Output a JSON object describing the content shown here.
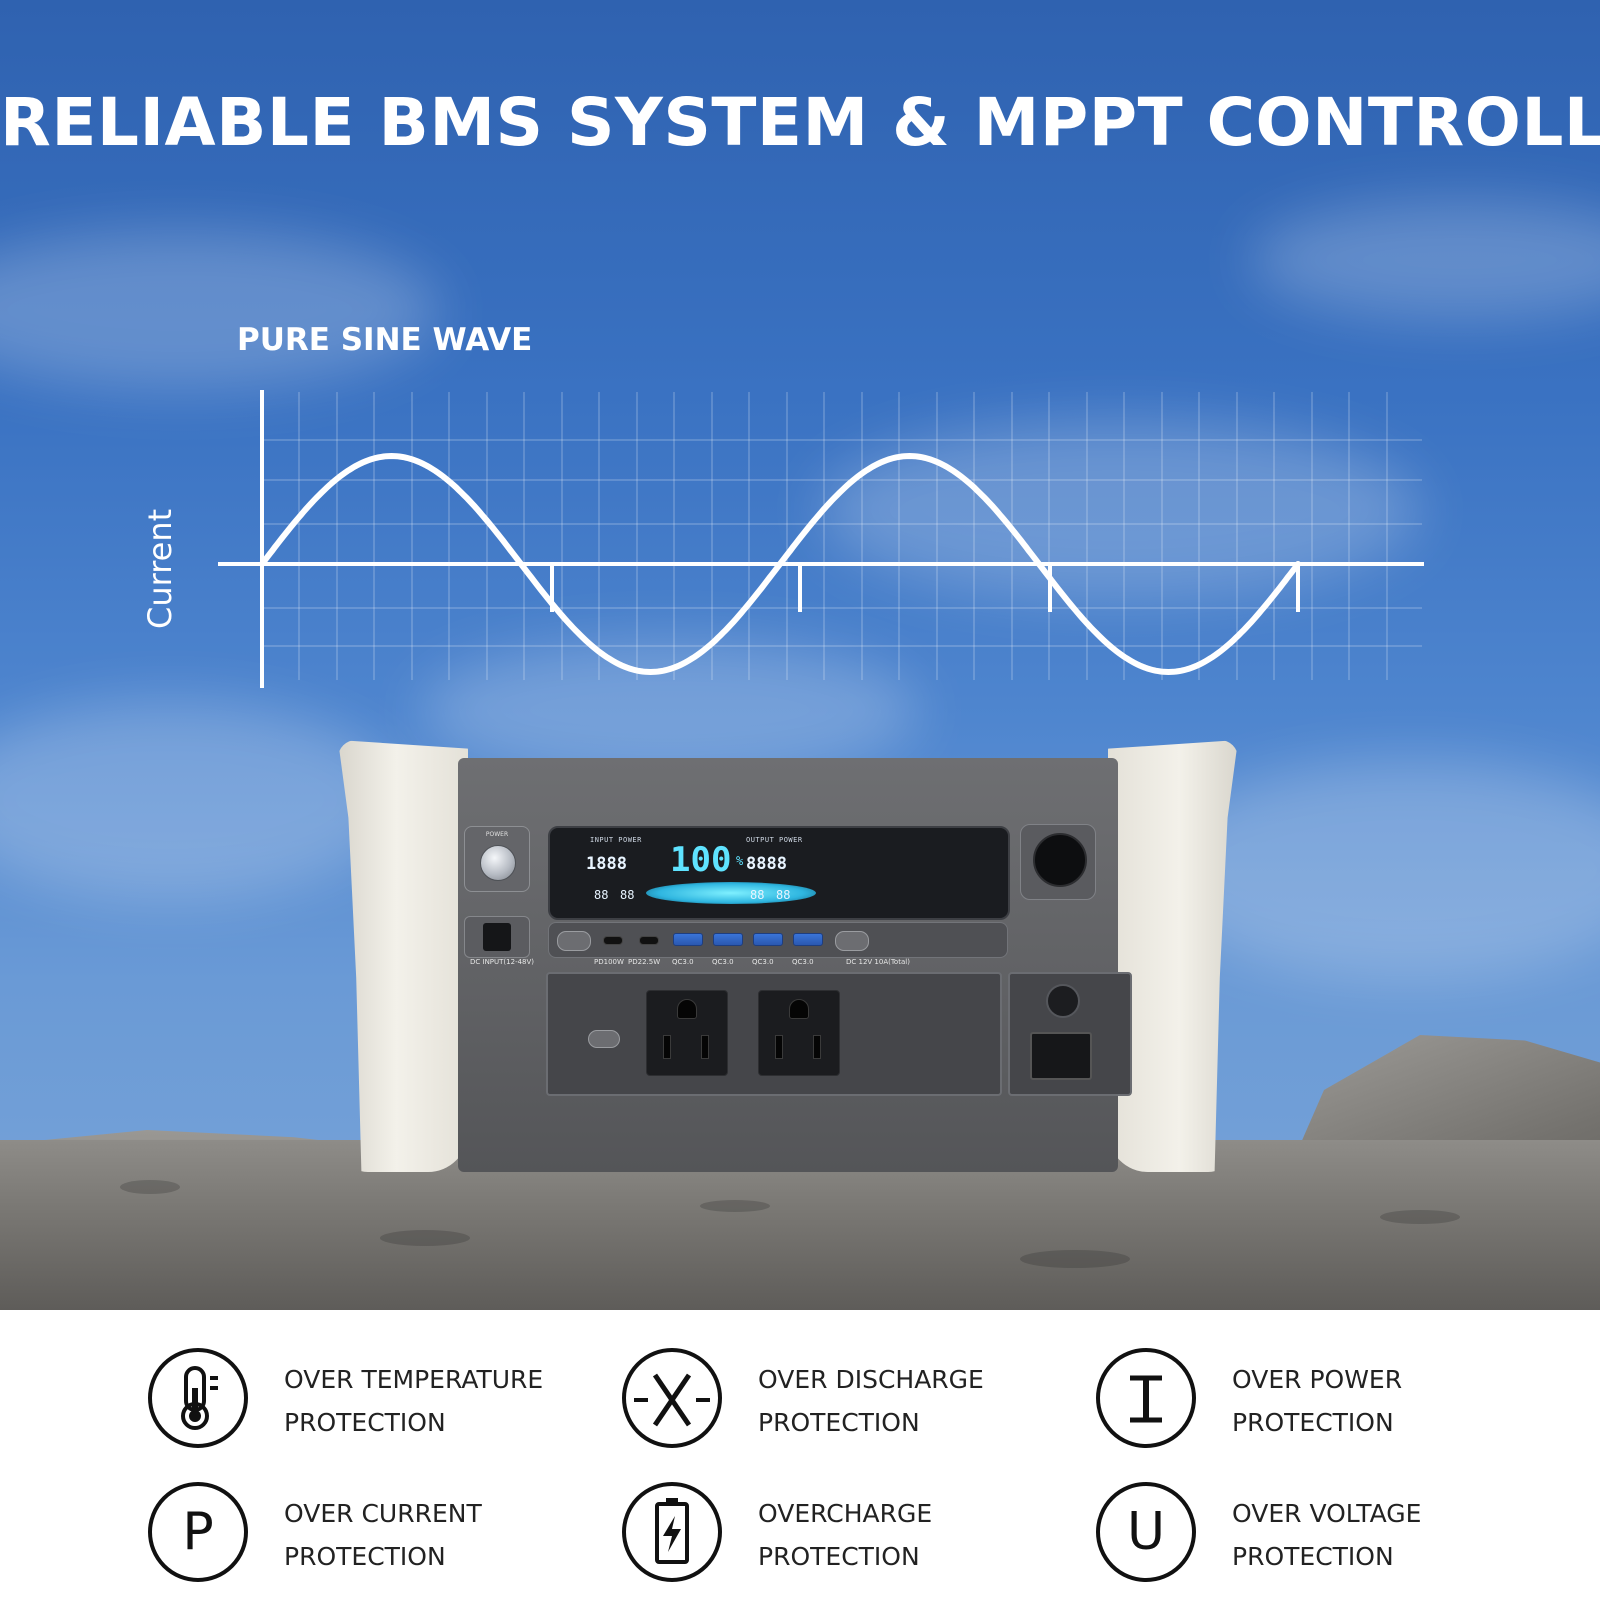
{
  "headline": "RELIABLE BMS SYSTEM & MPPT CONTROLLER",
  "chart": {
    "title": "PURE SINE WAVE",
    "ylabel": "Current"
  },
  "device": {
    "power_label": "POWER",
    "lcd": {
      "input_label": "INPUT POWER",
      "output_label": "OUTPUT POWER",
      "input_value": "1888",
      "percent": "100",
      "percent_unit": "%",
      "output_value": "8888",
      "input_timer": "88",
      "input_timer2": "88",
      "output_timer": "88",
      "output_timer2": "88"
    },
    "port_labels": {
      "dc_input": "DC INPUT(12-48V)",
      "pd100": "PD100W",
      "pd22": "PD22.5W",
      "qc1": "QC3.0",
      "qc2": "QC3.0",
      "qc3": "QC3.0",
      "qc4": "QC3.0",
      "dc_out": "DC 12V 10A(Total)"
    }
  },
  "features": [
    {
      "icon": "thermometer-icon",
      "line1": "OVER TEMPERATURE",
      "line2": "PROTECTION"
    },
    {
      "icon": "discharge-x-icon",
      "line1": "OVER DISCHARGE",
      "line2": "PROTECTION"
    },
    {
      "icon": "power-i-icon",
      "line1": "OVER POWER",
      "line2": "PROTECTION"
    },
    {
      "icon": "current-p-icon",
      "line1": "OVER CURRENT",
      "line2": "PROTECTION"
    },
    {
      "icon": "battery-charge-icon",
      "line1": "OVERCHARGE",
      "line2": "PROTECTION"
    },
    {
      "icon": "voltage-u-icon",
      "line1": "OVER VOLTAGE",
      "line2": "PROTECTION"
    }
  ],
  "icon_letters": {
    "current": "P",
    "voltage": "U"
  },
  "colors": {
    "sky": "#3a72c2",
    "text_on_sky": "#ffffff",
    "icon_stroke": "#111111"
  }
}
